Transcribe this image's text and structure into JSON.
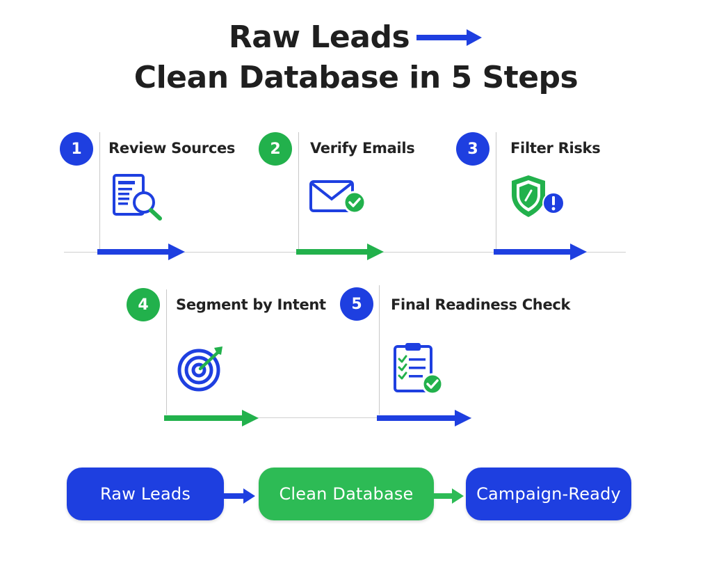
{
  "title": {
    "line1": "Raw Leads",
    "line2": "Clean Database in 5 Steps"
  },
  "steps": [
    {
      "number": "1",
      "label": "Review Sources",
      "icon": "document-search-icon",
      "color": "#1e3fe0"
    },
    {
      "number": "2",
      "label": "Verify Emails",
      "icon": "email-check-icon",
      "color": "#22b14c"
    },
    {
      "number": "3",
      "label": "Filter Risks",
      "icon": "shield-alert-icon",
      "color": "#1e3fe0"
    },
    {
      "number": "4",
      "label": "Segment by Intent",
      "icon": "target-icon",
      "color": "#22b14c"
    },
    {
      "number": "5",
      "label": "Final Readiness Check",
      "icon": "clipboard-check-icon",
      "color": "#1e3fe0"
    }
  ],
  "flow": [
    {
      "label": "Raw Leads",
      "color": "#1e3fe0"
    },
    {
      "label": "Clean Database",
      "color": "#2dbb55"
    },
    {
      "label": "Campaign-Ready",
      "color": "#1e3fe0"
    }
  ],
  "colors": {
    "blue": "#1e3fe0",
    "green": "#22b14c",
    "text": "#1f1f1f"
  }
}
